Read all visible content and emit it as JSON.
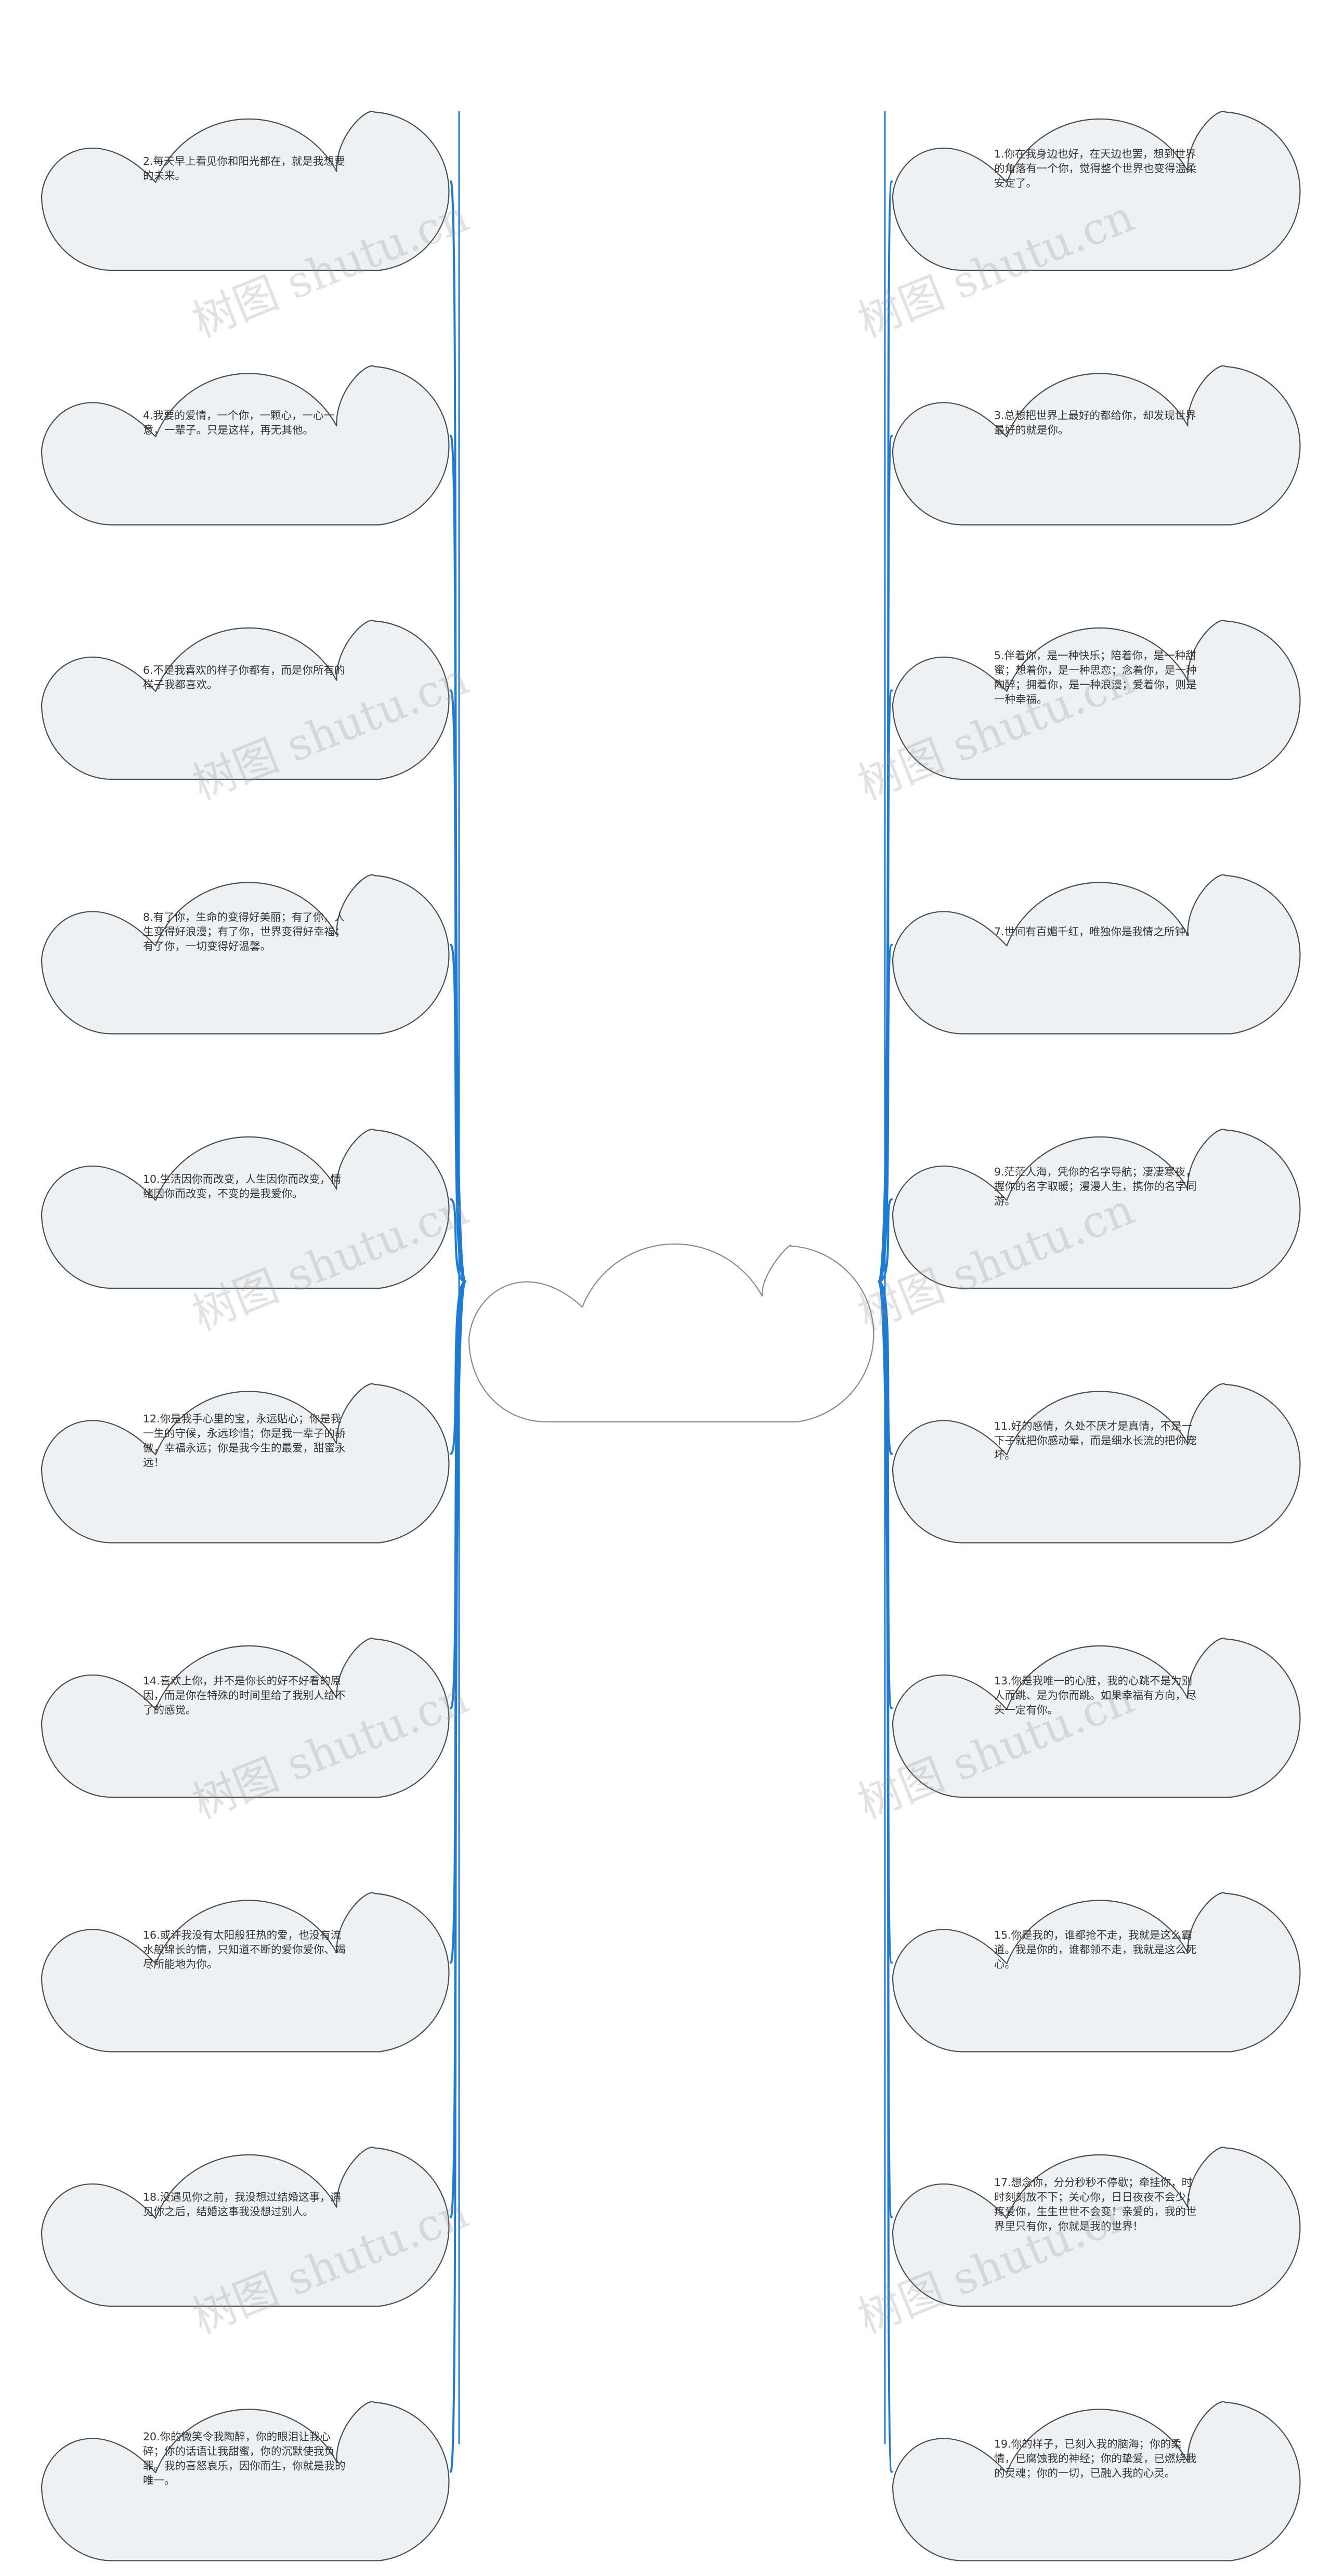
{
  "diagram": {
    "root": {
      "label": ""
    },
    "colors": {
      "connector": "#1f7bd1",
      "cloud_fill": "#eef1f4",
      "cloud_stroke": "#4d4d4d",
      "root_fill": "#ffffff",
      "root_stroke": "#8a8a8a"
    },
    "left_nodes": [
      {
        "id": "2",
        "text": "2.每天早上看见你和阳光都在，就是我想要的未来。"
      },
      {
        "id": "4",
        "text": "4.我要的爱情，一个你，一颗心，一心一意，一辈子。只是这样，再无其他。"
      },
      {
        "id": "6",
        "text": "6.不是我喜欢的样子你都有，而是你所有的样子我都喜欢。"
      },
      {
        "id": "8",
        "text": "8.有了你，生命的变得好美丽；有了你，人生变得好浪漫；有了你，世界变得好幸福；有了你，一切变得好温馨。"
      },
      {
        "id": "10",
        "text": "10.生活因你而改变，人生因你而改变，情绪因你而改变，不变的是我爱你。"
      },
      {
        "id": "12",
        "text": "12.你是我手心里的宝，永远贴心；你是我一生的守候，永远珍惜；你是我一辈子的骄傲，幸福永远；你是我今生的最爱，甜蜜永远！"
      },
      {
        "id": "14",
        "text": "14.喜欢上你，并不是你长的好不好看的原因，而是你在特殊的时间里给了我别人给不了的感觉。"
      },
      {
        "id": "16",
        "text": "16.或许我没有太阳般狂热的爱，也没有流水般绵长的情，只知道不断的爱你爱你、竭尽所能地为你。"
      },
      {
        "id": "18",
        "text": "18.没遇见你之前，我没想过结婚这事，遇见你之后，结婚这事我没想过别人。"
      },
      {
        "id": "20",
        "text": "20.你的微笑令我陶醉，你的眼泪让我心碎；你的话语让我甜蜜，你的沉默使我负罪。我的喜怒哀乐，因你而生，你就是我的唯一。"
      }
    ],
    "right_nodes": [
      {
        "id": "1",
        "text": "1.你在我身边也好，在天边也罢，想到世界的角落有一个你，觉得整个世界也变得温柔安定了。"
      },
      {
        "id": "3",
        "text": "3.总想把世界上最好的都给你，却发现世界最好的就是你。"
      },
      {
        "id": "5",
        "text": "5.伴着你，是一种快乐；陪着你，是一种甜蜜；想着你，是一种思恋；念着你，是一种陶醉；拥着你，是一种浪漫；爱着你，则是一种幸福。"
      },
      {
        "id": "7",
        "text": "7.世间有百媚千红，唯独你是我情之所钟。"
      },
      {
        "id": "9",
        "text": "9.茫茫人海，凭你的名字导航；凄凄寒夜，握你的名字取暖；漫漫人生，携你的名字同游。"
      },
      {
        "id": "11",
        "text": "11.好的感情，久处不厌才是真情，不是一下子就把你感动晕，而是细水长流的把你宠坏。"
      },
      {
        "id": "13",
        "text": "13.你是我唯一的心脏，我的心跳不是为别人而跳、是为你而跳。如果幸福有方向，尽头一定有你。"
      },
      {
        "id": "15",
        "text": "15.你是我的，谁都抢不走，我就是这么霸道。我是你的，谁都领不走，我就是这么死心。"
      },
      {
        "id": "17",
        "text": "17.想念你，分分秒秒不停歇；牵挂你，时时刻刻放不下；关心你，日日夜夜不会少；疼爱你，生生世世不会变！亲爱的，我的世界里只有你，你就是我的世界！"
      },
      {
        "id": "19",
        "text": "19.你的样子，已刻入我的脑海；你的柔情，已腐蚀我的神经；你的挚爱，已燃烧我的灵魂；你的一切，已融入我的心灵。"
      }
    ],
    "watermarks": [
      "树图 shutu.cn",
      "树图 shutu.cn",
      "树图 shutu.cn",
      "树图 shutu.cn",
      "树图 shutu.cn",
      "树图 shutu.cn",
      "树图 shutu.cn",
      "树图 shutu.cn",
      "树图 shutu.cn",
      "树图 shutu.cn"
    ]
  }
}
